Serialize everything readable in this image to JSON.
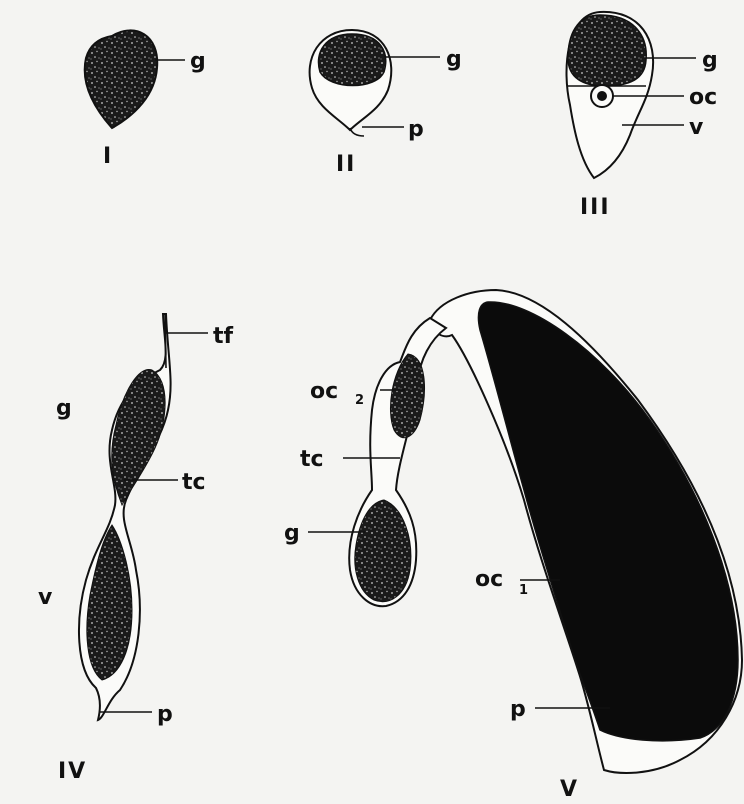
{
  "figure": {
    "stages": {
      "I": "I",
      "II": "II",
      "III": "III",
      "IV": "IV",
      "V": "V"
    },
    "labels": {
      "g1": "g",
      "g2": "g",
      "g3": "g",
      "p2": "p",
      "oc3": "oc",
      "v3": "v",
      "tf4": "tf",
      "g4": "g",
      "tc4": "tc",
      "v4": "v",
      "p4": "p",
      "oc2_5": "oc",
      "oc2_5_sub": "2",
      "tc5": "tc",
      "g5": "g",
      "oc1_5": "oc",
      "oc1_5_sub": "1",
      "p5": "p"
    }
  }
}
